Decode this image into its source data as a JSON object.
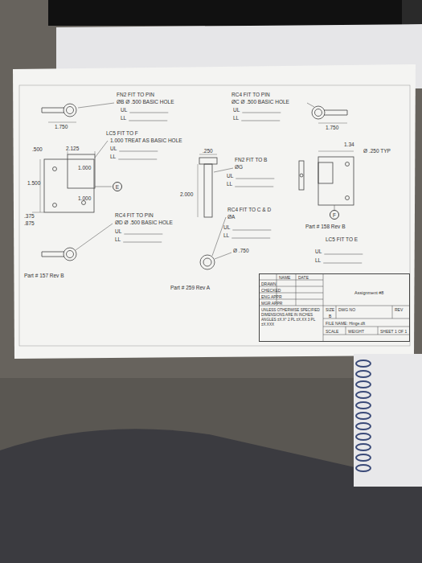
{
  "diagram": {
    "nodes": [
      {
        "text": [
          "E"
        ]
      },
      {
        "text": [
          "F"
        ]
      },
      {
        "text": [
          "NAME",
          "DATE",
          "DRAWN",
          "CHECKED",
          "ENG APPR",
          "MGR APPR",
          "UNLESS OTHERWISE SPECIFIED DIMENSIONS ARE IN INCHES ANGLES ±X.X° 2 PL ±X.XX 3 PL ±X.XXX",
          "Assignment #8",
          "SIZE",
          "DWG NO",
          "REV",
          "B",
          "FILE NAME: Hinge.dft",
          "SCALE",
          "WEIGHT",
          "SHEET 1 OF 1"
        ]
      }
    ],
    "labels": [
      "FN2 FIT TO PIN",
      "ØB Ø .500 BASIC HOLE",
      "UL",
      "LL",
      "RC4 FIT TO PIN",
      "ØC Ø .500 BASIC HOLE",
      "UL",
      "LL",
      "1.750",
      "1.750",
      "LC5 FIT TO F",
      "1.000 TREAT AS BASIC HOLE",
      "UL",
      "LL",
      "2.125",
      ".500",
      "1.34",
      "Ø .250 TYP",
      ".250",
      "FN2 FIT TO B",
      "ØG",
      "UL",
      "LL",
      "1.000",
      "1.500",
      "1.000",
      "2.000",
      "RC4 FIT TO PIN",
      "ØD Ø .500 BASIC HOLE",
      "UL",
      "LL",
      "RC4 FIT TO C & D",
      "ØA",
      "UL",
      "LL",
      ".375",
      ".875",
      "Part # 158 Rev B",
      "LC5 FIT TO E",
      "UL",
      "LL",
      "Ø .750",
      "Part # 157 Rev B",
      "Part # 259 Rev A"
    ]
  }
}
